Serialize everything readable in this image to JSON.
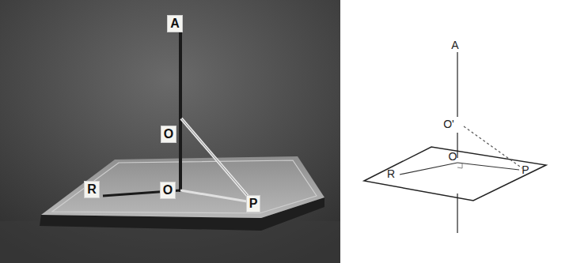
{
  "diagram": {
    "labels": [
      "A",
      "O",
      "O",
      "R",
      "P",
      "A",
      "O'",
      "O",
      "R",
      "P"
    ]
  }
}
